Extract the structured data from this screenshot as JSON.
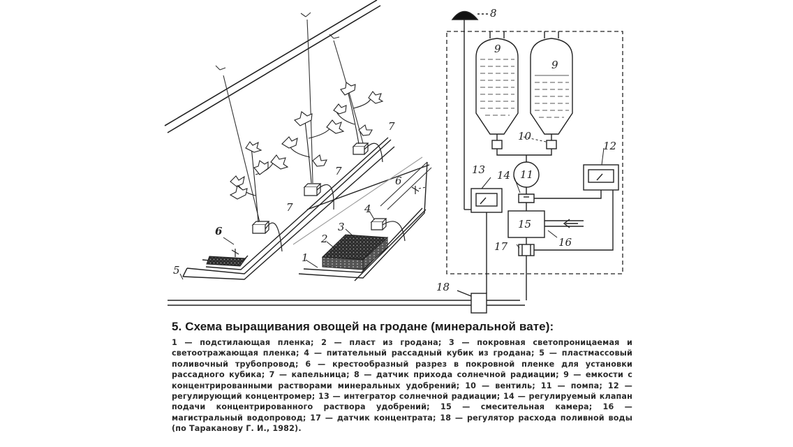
{
  "diagram": {
    "labels": {
      "n1": "1",
      "n2": "2",
      "n3": "3",
      "n4": "4",
      "n5": "5",
      "n6a": "6",
      "n6b": "6",
      "n7a": "7",
      "n7b": "7",
      "n7c": "7",
      "n8": "8",
      "n9a": "9",
      "n9b": "9",
      "n10": "10",
      "n11": "11",
      "n12": "12",
      "n13": "13",
      "n14": "14",
      "n15": "15",
      "n16": "16",
      "n17": "17",
      "n18": "18"
    }
  },
  "caption": {
    "title": "5. Схема выращивания овощей на гродане (минеральной вате):",
    "body": "1 — подстилающая пленка; 2 — пласт из гродана; 3 — покровная светопроницаемая и светоотражающая пленка; 4 — питательный рассадный кубик из гродана; 5 — пластмассовый поливочный трубопровод; 6 — крестообразный разрез в покровной пленке для установки рассадного кубика; 7 — капельница; 8 — датчик прихода солнечной радиации; 9 — емкости с концентрированными растворами минеральных удобрений; 10 — вентиль; 11 — помпа; 12 — регулирующий концентромер; 13 — интегратор солнечной радиации; 14 — регулируемый клапан подачи концентрированного раствора удобрений; 15 — смесительная камера; 16 — магистральный водопровод; 17 — датчик концентрата; 18 — регулятор расхода поливной воды (по Тараканову Г. И., 1982)."
  }
}
